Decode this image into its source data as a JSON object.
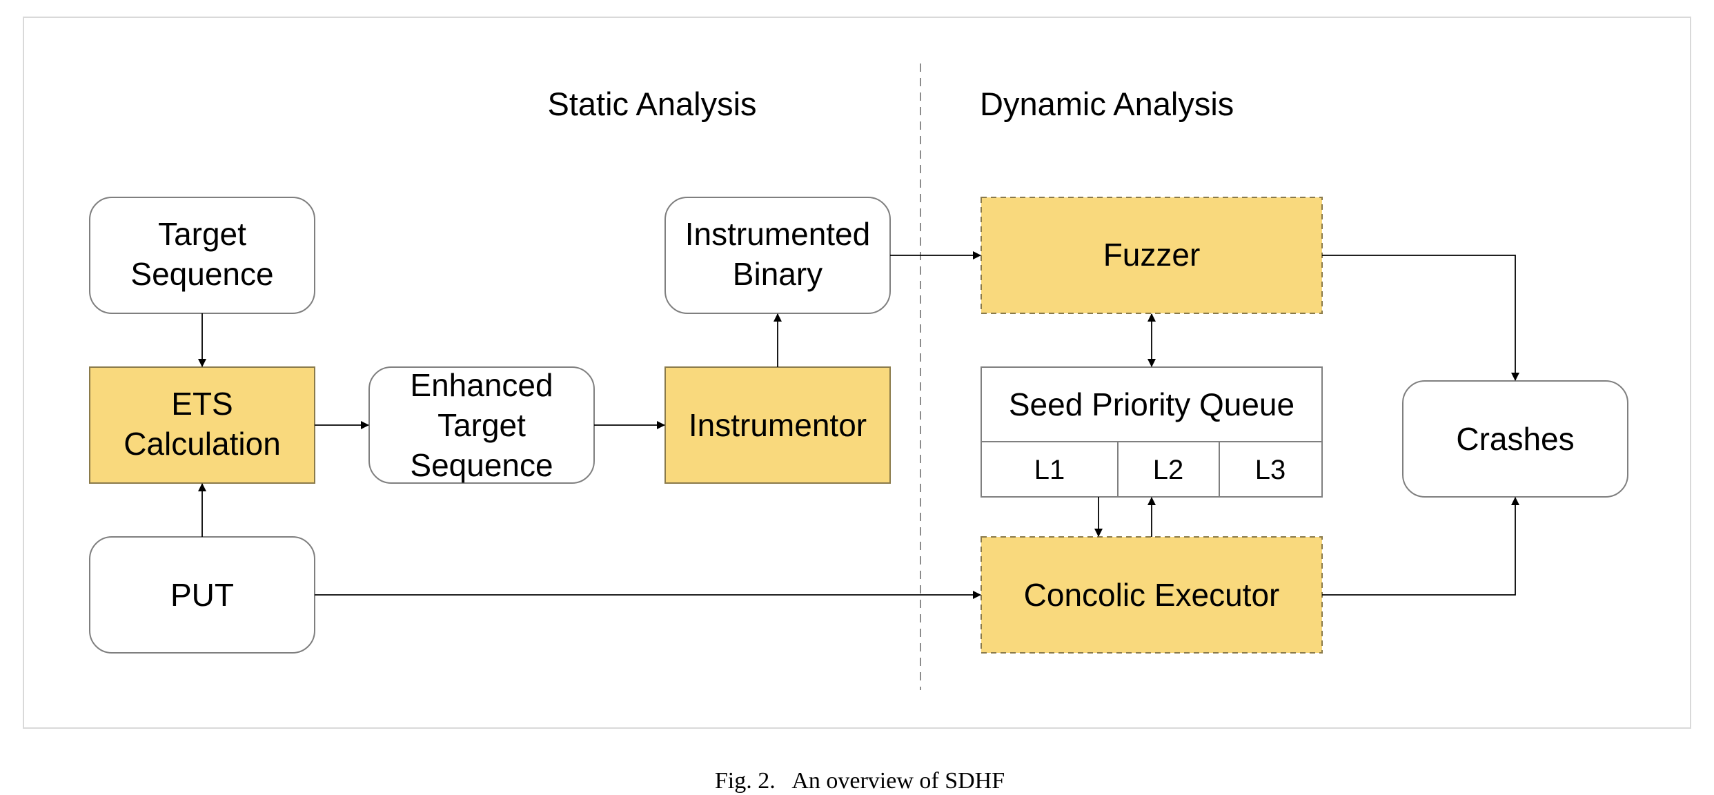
{
  "sections": {
    "static": "Static Analysis",
    "dynamic": "Dynamic Analysis"
  },
  "nodes": {
    "target_sequence": [
      "Target",
      "Sequence"
    ],
    "ets_calculation": [
      "ETS",
      "Calculation"
    ],
    "put": [
      "PUT"
    ],
    "enhanced_target_sequence": [
      "Enhanced",
      "Target",
      "Sequence"
    ],
    "instrumentor": [
      "Instrumentor"
    ],
    "instrumented_binary": [
      "Instrumented",
      "Binary"
    ],
    "fuzzer": [
      "Fuzzer"
    ],
    "seed_priority_queue": [
      "Seed Priority Queue"
    ],
    "queue_levels": [
      "L1",
      "L2",
      "L3"
    ],
    "concolic_executor": [
      "Concolic Executor"
    ],
    "crashes": [
      "Crashes"
    ]
  },
  "caption": "Fig. 2.   An overview of SDHF",
  "colors": {
    "highlight_fill": "#f9d97d",
    "box_stroke": "#7f7f7f"
  }
}
